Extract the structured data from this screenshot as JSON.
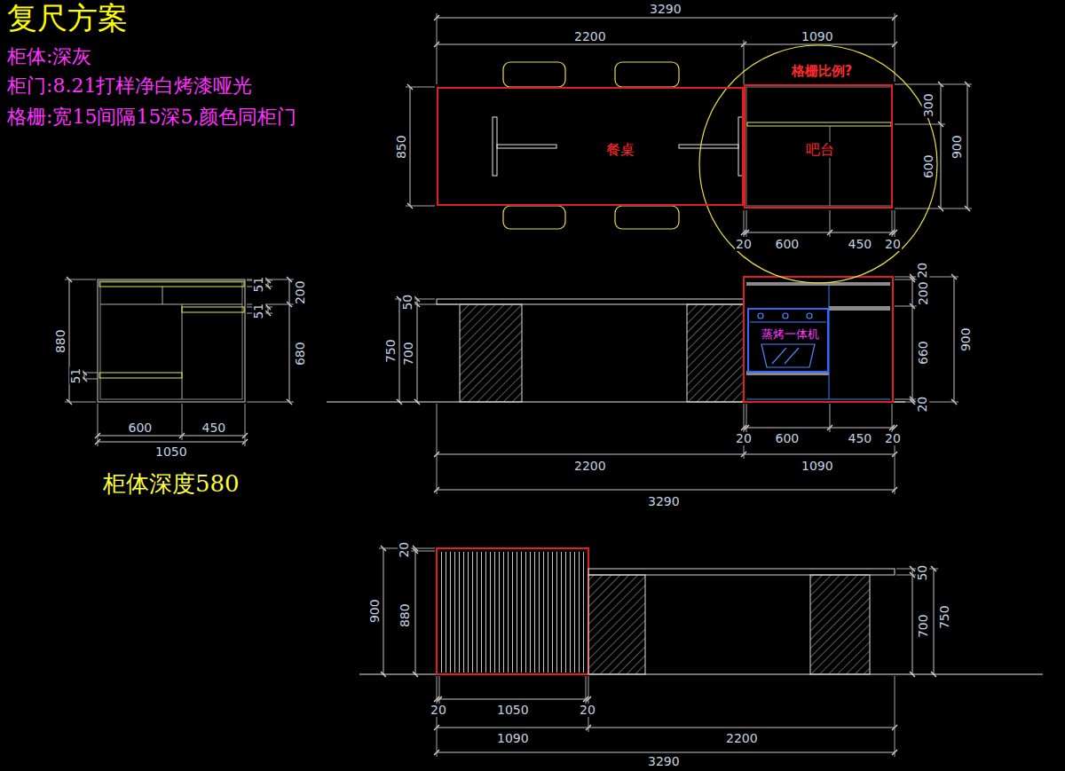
{
  "diagram": {
    "title": "复尺方案",
    "nodes": [
      {
        "text": [
          "格栅比例?"
        ]
      },
      {
        "text": [
          "吧台"
        ],
        "in": 0
      },
      {
        "text": [
          "餐桌"
        ]
      },
      {
        "text": [
          "蒸烤一体机"
        ]
      }
    ],
    "labels": [
      "柜体:深灰",
      "柜门:8.21打样净白烤漆哑光",
      "格栅:宽15间隔15深5,颜色同柜门",
      "3290",
      "2200",
      "1090",
      "850",
      "300",
      "600",
      "900",
      "20",
      "600",
      "450",
      "20",
      "880",
      "51",
      "51",
      "51",
      "200",
      "680",
      "600",
      "450",
      "1050",
      "柜体深度580",
      "50",
      "700",
      "750",
      "20",
      "200",
      "660",
      "20",
      "900",
      "20",
      "600",
      "450",
      "20",
      "2200",
      "1090",
      "3290",
      "20",
      "900",
      "880",
      "50",
      "700",
      "750",
      "20",
      "1050",
      "20",
      "1090",
      "2200",
      "3290"
    ]
  }
}
